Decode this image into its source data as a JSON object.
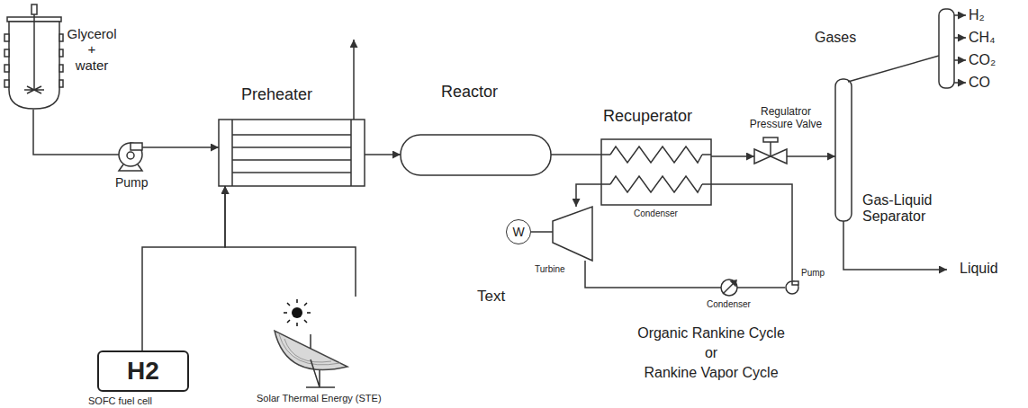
{
  "diagram": {
    "nodes": [
      {
        "text": [
          "Glycerol + water"
        ]
      },
      {
        "text": [
          "Pump"
        ]
      },
      {
        "text": [
          "Preheater"
        ]
      },
      {
        "text": [
          "Reactor"
        ]
      },
      {
        "text": [
          "Recuperator",
          "Condenser"
        ]
      },
      {
        "text": [
          "Regulatror Pressure Valve"
        ]
      },
      {
        "text": [
          "Gas-Liquid Separator"
        ]
      },
      {
        "text": [
          "W"
        ]
      },
      {
        "text": [
          "Turbine"
        ]
      },
      {
        "text": [
          "Condenser"
        ]
      },
      {
        "text": [
          "Pump"
        ]
      },
      {
        "text": [
          "H2",
          "SOFC fuel cell"
        ]
      },
      {
        "text": [
          "Solar Thermal Energy (STE)"
        ]
      }
    ],
    "edges": [
      {
        "from": 0,
        "to": 1,
        "arrow": "none"
      },
      {
        "from": 1,
        "to": 2,
        "arrow": "to"
      },
      {
        "from": 11,
        "to": 2,
        "arrow": "to"
      },
      {
        "from": 12,
        "to": 2,
        "arrow": "to"
      },
      {
        "from": 2,
        "to": 3,
        "arrow": "to"
      },
      {
        "from": 3,
        "to": 4,
        "arrow": "none"
      },
      {
        "from": 4,
        "to": 5,
        "arrow": "to"
      },
      {
        "from": 5,
        "to": 6,
        "arrow": "to"
      },
      {
        "from": 4,
        "to": 8,
        "arrow": "to"
      },
      {
        "from": 7,
        "to": 8,
        "arrow": "none"
      },
      {
        "from": 8,
        "to": 9,
        "arrow": "none"
      },
      {
        "from": 9,
        "to": 10,
        "arrow": "none"
      },
      {
        "from": 10,
        "to": 4,
        "arrow": "none"
      }
    ],
    "labels": [
      "Gases",
      "H₂",
      "CH₄",
      "CO₂",
      "CO",
      "Liquid",
      "Text",
      "Organic Rankine Cycle",
      "or",
      "Rankine Vapor Cycle"
    ]
  }
}
